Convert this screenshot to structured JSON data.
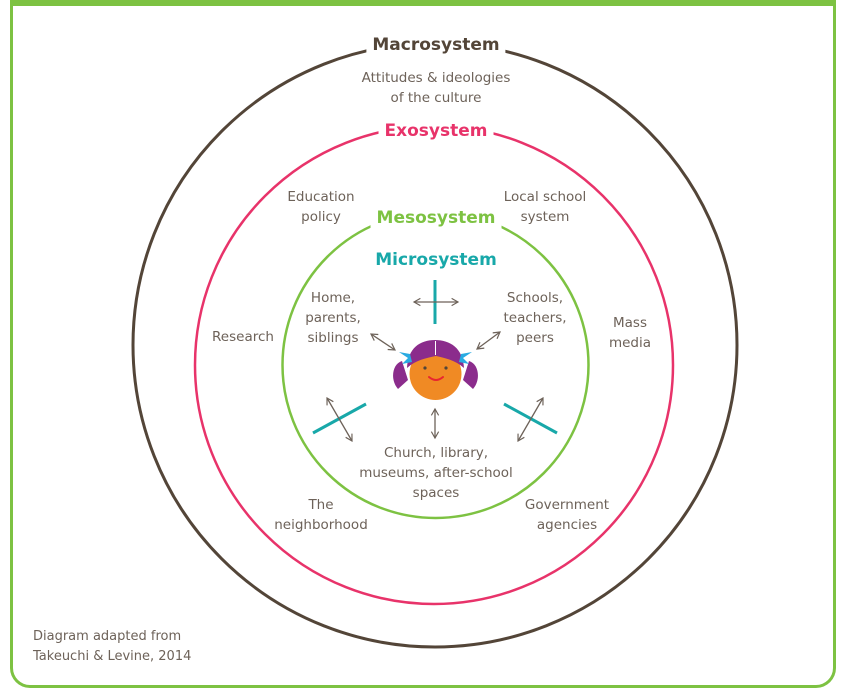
{
  "colors": {
    "frame": "#7dc242",
    "macrosystem": "#534538",
    "exosystem": "#e8336a",
    "mesosystem": "#7dc242",
    "microsystem": "#18a8a9",
    "text": "#6d6259",
    "arrows": "#6d6259",
    "face": "#f08a24",
    "hair": "#8b2c8c",
    "bows": "#29abe2",
    "mouth": "#e8262f"
  },
  "systems": {
    "macrosystem": {
      "title": "Macrosystem",
      "description_line1": "Attitudes & ideologies",
      "description_line2": "of the culture"
    },
    "exosystem": {
      "title": "Exosystem",
      "items": [
        {
          "line1": "Education",
          "line2": "policy"
        },
        {
          "line1": "Local school",
          "line2": "system"
        },
        {
          "line1": "Research",
          "line2": ""
        },
        {
          "line1": "Mass",
          "line2": "media"
        },
        {
          "line1": "The",
          "line2": "neighborhood"
        },
        {
          "line1": "Government",
          "line2": "agencies"
        }
      ]
    },
    "mesosystem": {
      "title": "Mesosystem"
    },
    "microsystem": {
      "title": "Microsystem",
      "items": [
        {
          "line1": "Home,",
          "line2": "parents,",
          "line3": "siblings"
        },
        {
          "line1": "Schools,",
          "line2": "teachers,",
          "line3": "peers"
        },
        {
          "line1": "Church, library,",
          "line2": "museums, after-school",
          "line3": "spaces"
        }
      ]
    }
  },
  "center_icon": "child-face-icon",
  "credit": {
    "line1": "Diagram adapted from",
    "line2": "Takeuchi & Levine, 2014"
  }
}
